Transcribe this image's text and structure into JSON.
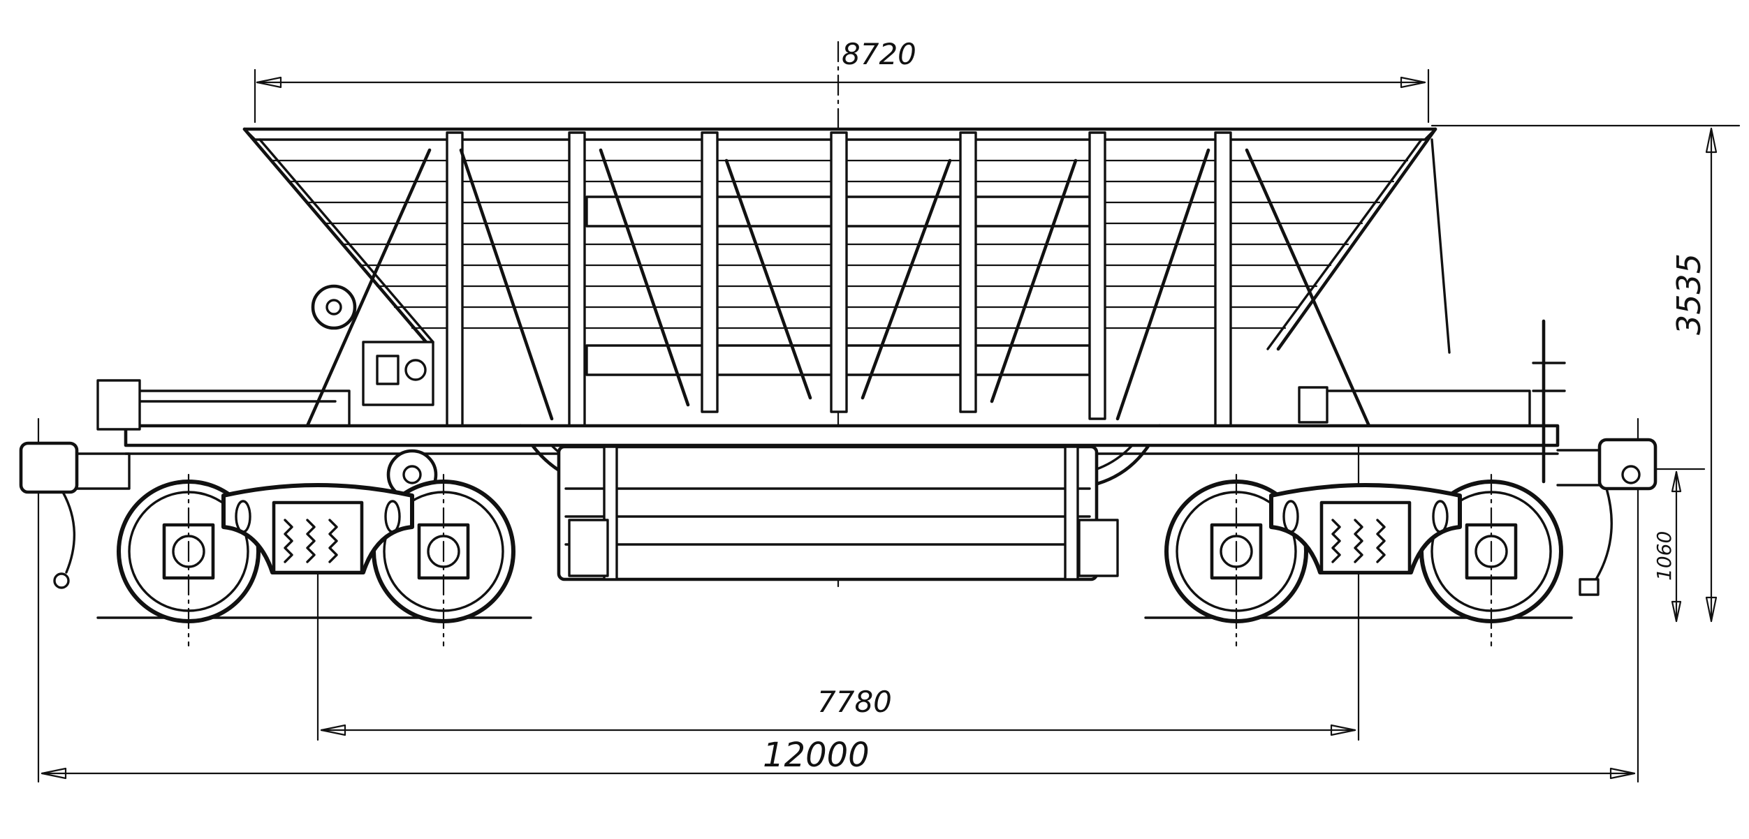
{
  "drawing": {
    "dimensions": {
      "body_length": "8720",
      "height": "3535",
      "coupler_height": "1060",
      "bogie_centers": "7780",
      "overall_length": "12000"
    },
    "colors": {
      "ink": "#111111",
      "paper": "#ffffff"
    }
  }
}
